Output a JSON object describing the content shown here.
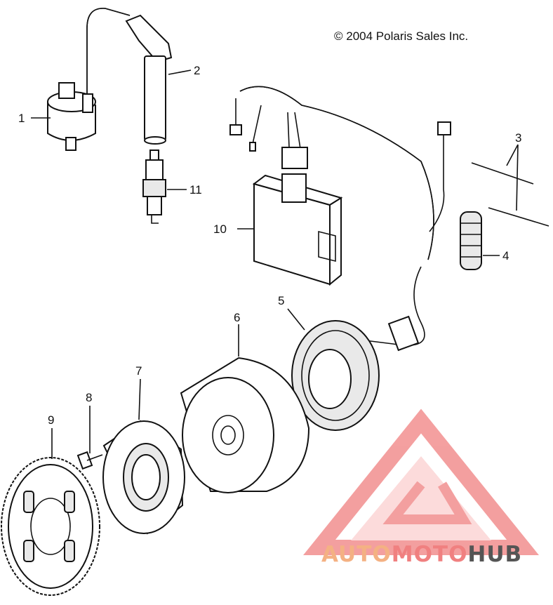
{
  "copyright": "© 2004 Polaris Sales Inc.",
  "callouts": [
    {
      "id": "1",
      "label": "1"
    },
    {
      "id": "2",
      "label": "2"
    },
    {
      "id": "3",
      "label": "3"
    },
    {
      "id": "4",
      "label": "4"
    },
    {
      "id": "5",
      "label": "5"
    },
    {
      "id": "6",
      "label": "6"
    },
    {
      "id": "7",
      "label": "7"
    },
    {
      "id": "8",
      "label": "8"
    },
    {
      "id": "9",
      "label": "9"
    },
    {
      "id": "10",
      "label": "10"
    },
    {
      "id": "11",
      "label": "11"
    }
  ],
  "watermark": {
    "part1": "AUTO",
    "part2": "MOTO",
    "part3": "HUB",
    "color_part1": "#f4b183",
    "color_part2": "#f08080",
    "color_part3": "#555555",
    "logo_color": "#f08080"
  }
}
